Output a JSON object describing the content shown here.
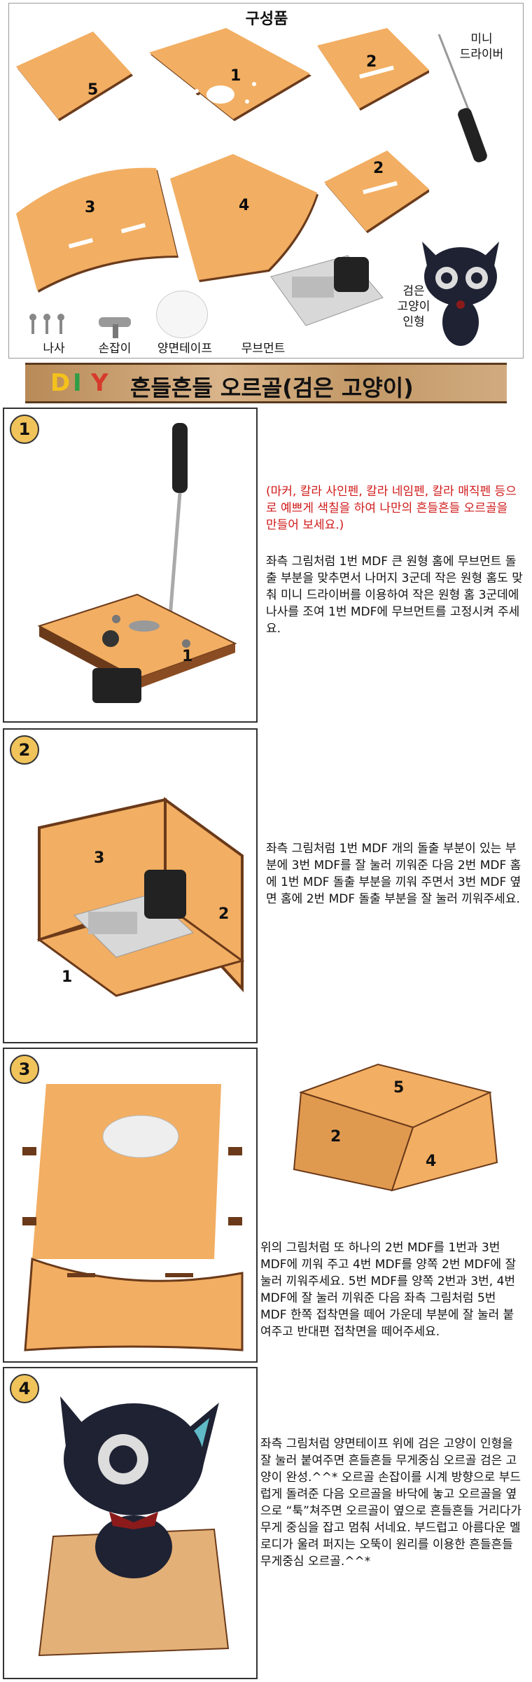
{
  "parts": {
    "title": "구성품",
    "screwdriver": [
      "미니",
      "드라이버"
    ],
    "pieces": [
      "5",
      "1",
      "2",
      "3",
      "4",
      "2"
    ],
    "screw_label": "나사",
    "handle_label": "손잡이",
    "tape_label": "양면테이프",
    "movement_label": "무브먼트",
    "cat_label": [
      "검은",
      "고양이",
      "인형"
    ]
  },
  "banner": {
    "diy": [
      "D",
      "I",
      "Y"
    ],
    "title": "흔들흔들 오르골(검은 고양이)"
  },
  "steps": [
    {
      "number": "1",
      "note": "(마커, 칼라 사인펜, 칼라 네임펜, 칼라 매직펜 등으로 예쁘게 색칠을 하여 나만의 흔들흔들 오르골을 만들어 보세요.)",
      "text": "좌측 그림처럼 1번 MDF 큰 원형 홈에 무브먼트 돌출 부분을 맞추면서 나머지 3군데 작은 원형 홈도 맞춰 미니 드라이버를 이용하여 작은 원형 홈 3군데에 나사를 조여 1번 MDF에 무브먼트를 고정시켜 주세요.",
      "labels": [
        "1"
      ]
    },
    {
      "number": "2",
      "text": "좌측 그림처럼 1번 MDF 개의 돌출 부분이 있는 부분에 3번 MDF를 잘 눌러 끼워준 다음 2번 MDF 홈에 1번 MDF 돌출 부분을 끼워 주면서 3번 MDF 옆면 홈에 2번 MDF 돌출 부분을 잘 눌러 끼워주세요.",
      "labels": [
        "3",
        "2",
        "1"
      ]
    },
    {
      "number": "3",
      "text": "위의 그림처럼 또 하나의 2번 MDF를 1번과 3번 MDF에 끼워 주고 4번 MDF를 양쪽 2번 MDF에 잘 눌러 끼워주세요. 5번 MDF를 양쪽 2번과 3번, 4번 MDF에 잘 눌러 끼워준 다음 좌측 그림처럼 5번 MDF 한쪽 접착면을 떼어 가운데 부분에 잘 눌러 붙여주고 반대편 접착면을 떼어주세요.",
      "labels": [
        "5",
        "2",
        "4"
      ]
    },
    {
      "number": "4",
      "text": "좌측 그림처럼 양면테이프 위에 검은 고양이 인형을 잘 눌러 붙여주면 흔들흔들 무게중심 오르골 검은 고양이 완성.^^* 오르골 손잡이를 시계 방향으로 부드럽게 돌려준 다음 오르골을 바닥에 놓고 오르골을 옆으로 “툭”쳐주면 오르골이 옆으로 흔들흔들 거리다가 무게 중심을 잡고 멈춰 서네요. 부드럽고 아름다운 멜로디가 울려 퍼지는 오뚝이 원리를 이용한 흔들흔들 무게중심 오르골.^^*"
    }
  ],
  "colors": {
    "mdf": "#f2ae62",
    "mdf_edge": "#6b3a1a",
    "step_circle": "#f0c35b",
    "note": "#d11a1a",
    "cat": "#1e2233",
    "cat_eye": "#5fb9c6"
  }
}
